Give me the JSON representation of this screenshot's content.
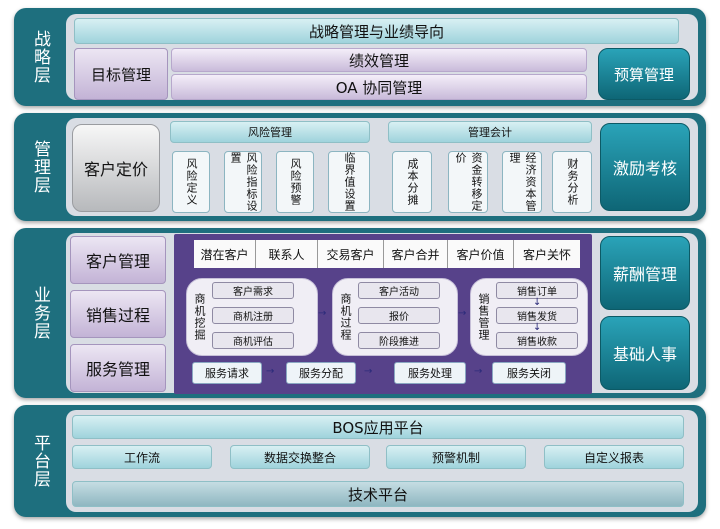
{
  "layers": {
    "strategy": {
      "label": "战略层",
      "top_bar": "战略管理与业绩导向",
      "target": "目标管理",
      "performance": "绩效管理",
      "oa": "OA 协同管理",
      "budget": "预算管理"
    },
    "management": {
      "label": "管理层",
      "pricing": "客户定价",
      "risk_title": "风险管理",
      "risk_items": [
        "风险定义",
        "风险指标设置",
        "风险预警",
        "临界值设置"
      ],
      "acct_title": "管理会计",
      "acct_items": [
        "成本分摊",
        "资金转移定价",
        "经济资本管理",
        "财务分析"
      ],
      "incentive": "激励考核"
    },
    "business": {
      "label": "业务层",
      "left": [
        "客户管理",
        "销售过程",
        "服务管理"
      ],
      "tabs": [
        "潜在客户",
        "联系人",
        "交易客户",
        "客户合并",
        "客户价值",
        "客户关怀"
      ],
      "opp_group_label": "商机挖掘",
      "opp_items": [
        "客户需求",
        "商机注册",
        "商机评估"
      ],
      "proc_group_label": "商机过程",
      "proc_items": [
        "客户活动",
        "报价",
        "阶段推进"
      ],
      "sales_group_label": "销售管理",
      "sales_items": [
        "销售订单",
        "销售发货",
        "销售收款"
      ],
      "service_items": [
        "服务请求",
        "服务分配",
        "服务处理",
        "服务关闭"
      ],
      "right": [
        "薪酬管理",
        "基础人事"
      ]
    },
    "platform": {
      "label": "平台层",
      "bos": "BOS应用平台",
      "items": [
        "工作流",
        "数据交换整合",
        "预警机制",
        "自定义报表"
      ],
      "tech": "技术平台"
    }
  },
  "colors": {
    "layer_bg": "#1e6f7e",
    "panel_purple": "#57428a",
    "teal_block": "#0e6676"
  }
}
